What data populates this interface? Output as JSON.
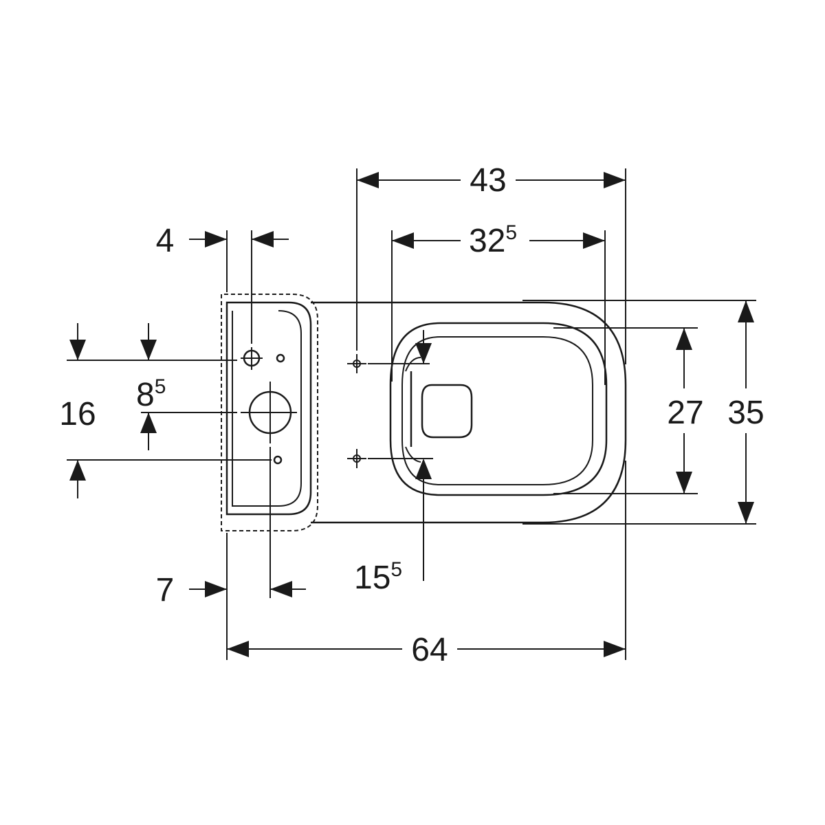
{
  "dimensions": {
    "top_overall": {
      "main": "43",
      "sup": ""
    },
    "top_inner": {
      "main": "32",
      "sup": "5"
    },
    "left_top": {
      "main": "4",
      "sup": ""
    },
    "left_mid_small": {
      "main": "8",
      "sup": "5"
    },
    "left_outer": {
      "main": "16",
      "sup": ""
    },
    "right_inner": {
      "main": "27",
      "sup": ""
    },
    "right_outer": {
      "main": "35",
      "sup": ""
    },
    "bottom_mid": {
      "main": "15",
      "sup": "5"
    },
    "left_bottom": {
      "main": "7",
      "sup": ""
    },
    "bottom_overall": {
      "main": "64",
      "sup": ""
    }
  },
  "colors": {
    "ink": "#1a1a1a",
    "background": "#ffffff"
  }
}
